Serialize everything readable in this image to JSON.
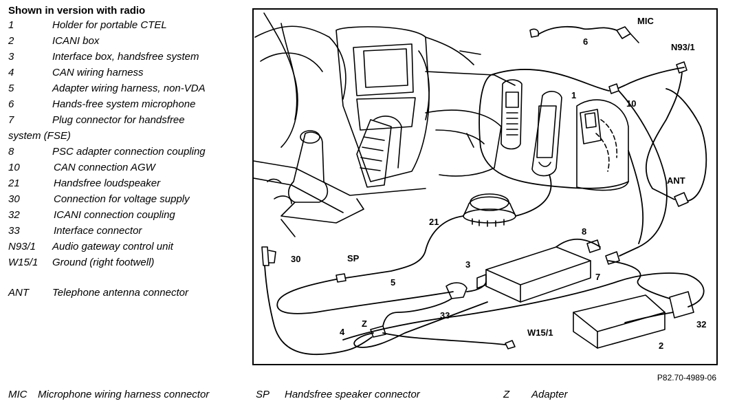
{
  "legend": {
    "title": "Shown in version with radio",
    "items": [
      {
        "code": "1",
        "desc": "Holder for portable CTEL"
      },
      {
        "code": "2",
        "desc": "ICANI box"
      },
      {
        "code": "3",
        "desc": "Interface box, handsfree system"
      },
      {
        "code": "4",
        "desc": "CAN wiring harness"
      },
      {
        "code": "5",
        "desc": "Adapter wiring harness, non-VDA"
      },
      {
        "code": "6",
        "desc": "Hands-free system microphone"
      },
      {
        "code": "7",
        "desc": "Plug connector for handsfree"
      },
      {
        "code": "8",
        "desc": "PSC adapter connection coupling"
      },
      {
        "code": "10",
        "desc": "CAN connection AGW"
      },
      {
        "code": "21",
        "desc": "Handsfree loudspeaker"
      },
      {
        "code": "30",
        "desc": "Connection for voltage supply"
      },
      {
        "code": "32",
        "desc": "ICANI connection coupling"
      },
      {
        "code": "33",
        "desc": "Interface connector"
      },
      {
        "code": "N93/1",
        "desc": "Audio gateway control unit"
      },
      {
        "code": "W15/1",
        "desc": "Ground (right footwell)"
      },
      {
        "code": "ANT",
        "desc": "Telephone antenna connector"
      }
    ],
    "wrap_7": "system (FSE)"
  },
  "callouts": {
    "mic": "MIC",
    "n93": "N93/1",
    "c6": "6",
    "c1": "1",
    "c10": "10",
    "ant": "ANT",
    "c21": "21",
    "c8": "8",
    "c3": "3",
    "c7": "7",
    "sp": "SP",
    "c5": "5",
    "c30": "30",
    "c33": "33",
    "z": "Z",
    "w15": "W15/1",
    "c4": "4",
    "c2": "2",
    "c32": "32"
  },
  "reference": "P82.70-4989-06",
  "bottom": {
    "mic_code": "MIC",
    "mic_desc": "Microphone wiring harness connector",
    "sp_code": "SP",
    "sp_desc": "Handsfree speaker connector",
    "z_code": "Z",
    "z_desc": "Adapter"
  }
}
